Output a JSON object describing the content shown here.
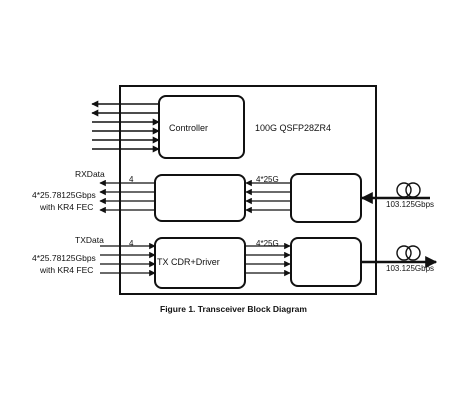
{
  "module_name": "100G QSFP28ZR4",
  "blocks": {
    "controller": "Controller",
    "tx_cdr": "TX CDR+Driver"
  },
  "rx": {
    "data_label": "RXData",
    "lane_count": "4",
    "rate_line1": "4*25.78125Gbps",
    "rate_line2": "with KR4 FEC",
    "optical_lanes": "4*25G",
    "line_rate": "103.125Gbps"
  },
  "tx": {
    "data_label": "TXData",
    "lane_count": "4",
    "rate_line1": "4*25.78125Gbps",
    "rate_line2": "with KR4 FEC",
    "optical_lanes": "4*25G",
    "line_rate": "103.125Gbps"
  },
  "caption": "Figure 1. Transceiver Block Diagram"
}
